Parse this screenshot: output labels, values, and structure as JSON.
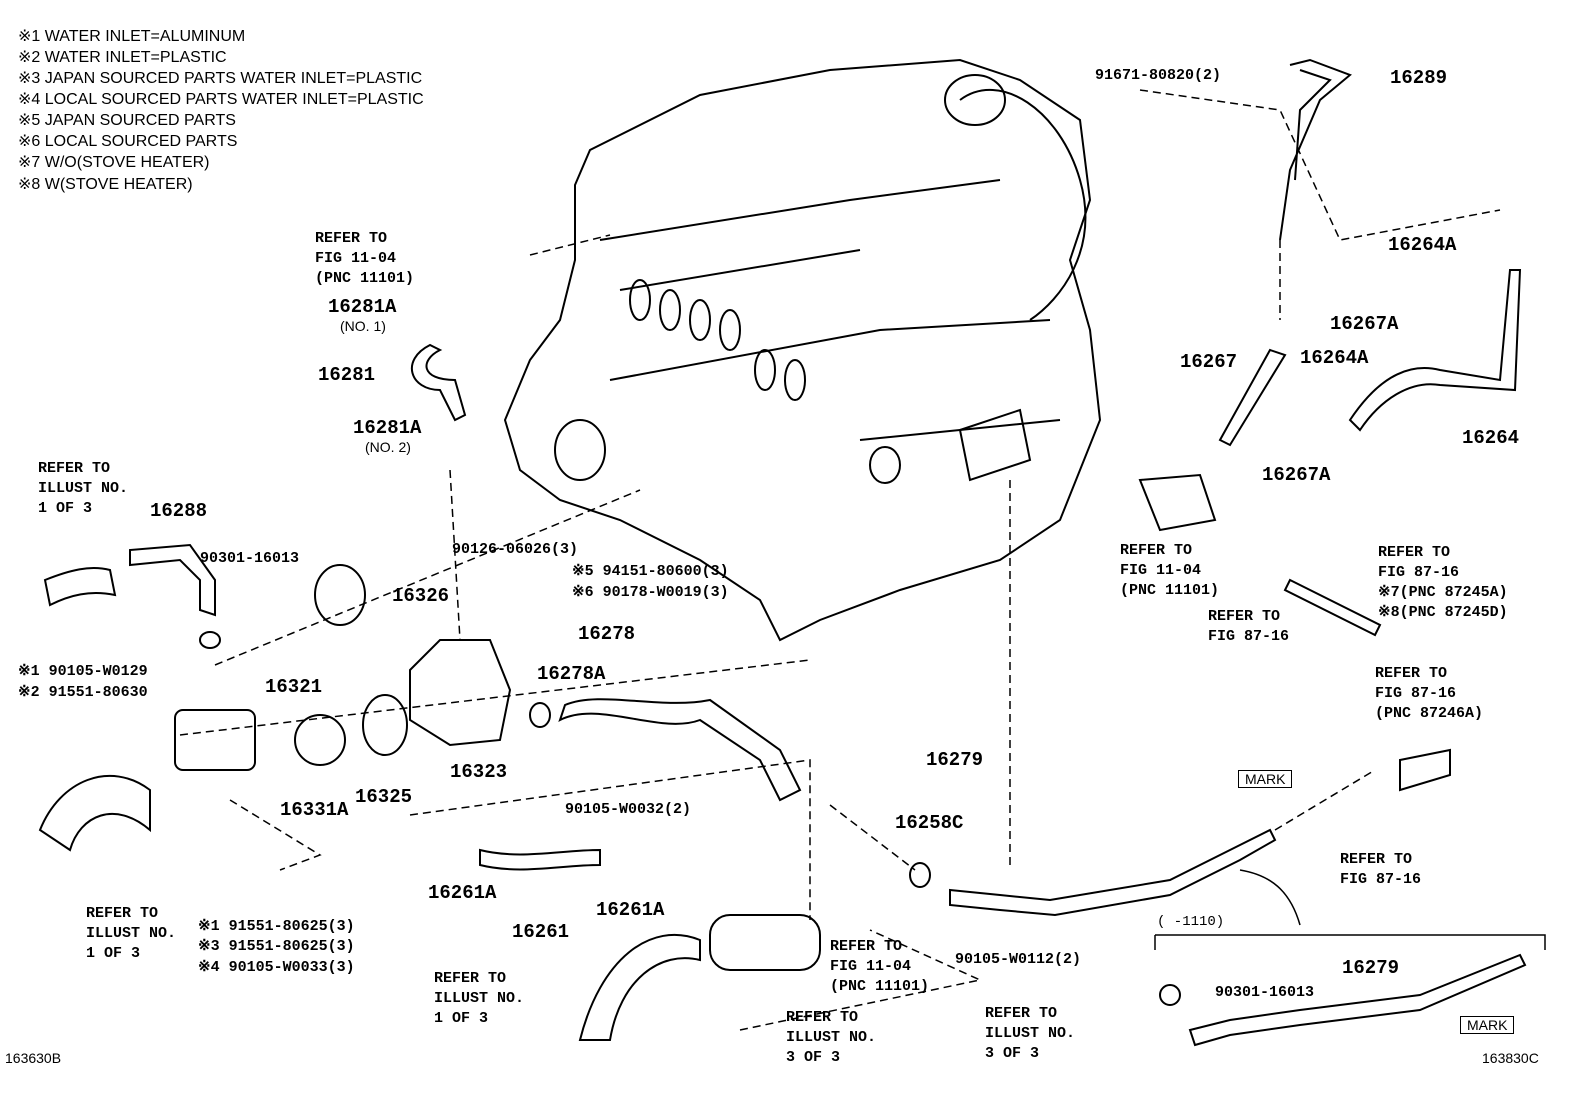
{
  "notes": [
    "※1 WATER INLET=ALUMINUM",
    "※2 WATER INLET=PLASTIC",
    "※3  JAPAN SOURCED PARTS WATER INLET=PLASTIC",
    "※4  LOCAL SOURCED PARTS WATER INLET=PLASTIC",
    "※5  JAPAN SOURCED PARTS",
    "※6  LOCAL SOURCED PARTS",
    "※7 W/O(STOVE HEATER)",
    "※8 W(STOVE HEATER)"
  ],
  "parts": {
    "p91671": "91671-80820(2)",
    "p16289": "16289",
    "p16281A_1": "16281A",
    "p16281A_1_sub": "(NO. 1)",
    "p16281": "16281",
    "p16281A_2": "16281A",
    "p16281A_2_sub": "(NO. 2)",
    "p16264A_top": "16264A",
    "p16267A_top": "16267A",
    "p16267": "16267",
    "p16264A_mid": "16264A",
    "p16264": "16264",
    "p16267A_low": "16267A",
    "p16288": "16288",
    "p90301_a": "90301-16013",
    "p16326": "16326",
    "p90126": "90126-06026(3)",
    "p5": "※5 94151-80600(3)",
    "p6": "※6 90178-W0019(3)",
    "p16278": "16278",
    "p16278A": "16278A",
    "p1_90105": "※1 90105-W0129",
    "p2_91551": "※2 91551-80630",
    "p16321": "16321",
    "p16323": "16323",
    "p16325": "16325",
    "p16331A": "16331A",
    "p16279_a": "16279",
    "p16258C": "16258C",
    "p90105_w0032": "90105-W0032(2)",
    "p16261A_l": "16261A",
    "p16261": "16261",
    "p16261A_r": "16261A",
    "p1_91551": "※1 91551-80625(3)",
    "p3_91551": "※3 91551-80625(3)",
    "p4_90105": "※4 90105-W0033(3)",
    "p90105_w0112": "90105-W0112(2)",
    "p16279_b": "16279",
    "p90301_b": "90301-16013",
    "range": "(      -1110)"
  },
  "refs": {
    "r_fig1104_top": "REFER TO\nFIG 11-04\n(PNC 11101)",
    "r_fig1104_right": "REFER TO\nFIG 11-04\n(PNC 11101)",
    "r_fig8716_a": "REFER TO\nFIG 87-16",
    "r_fig8716_b": "REFER TO\nFIG 87-16\n※7(PNC 87245A)\n※8(PNC 87245D)",
    "r_illust_left": "REFER TO\nILLUST NO.\n1 OF 3",
    "r_fig8716_c": "REFER TO\nFIG 87-16\n(PNC 87246A)",
    "r_fig8716_d": "REFER TO\nFIG 87-16",
    "r_illust_low": "REFER TO\nILLUST NO.\n1 OF 3",
    "r_fig1104_low": "REFER TO\nFIG 11-04\n(PNC 11101)",
    "r_illust_bot1": "REFER TO\nILLUST NO.\n1 OF 3",
    "r_illust_bot2": "REFER TO\nILLUST NO.\n3 OF 3",
    "r_illust_bot3": "REFER TO\nILLUST NO.\n3 OF 3"
  },
  "marks": {
    "mark_top": "MARK",
    "mark_bottom": "MARK"
  },
  "codes": {
    "left": "163630B",
    "right": "163830C"
  }
}
